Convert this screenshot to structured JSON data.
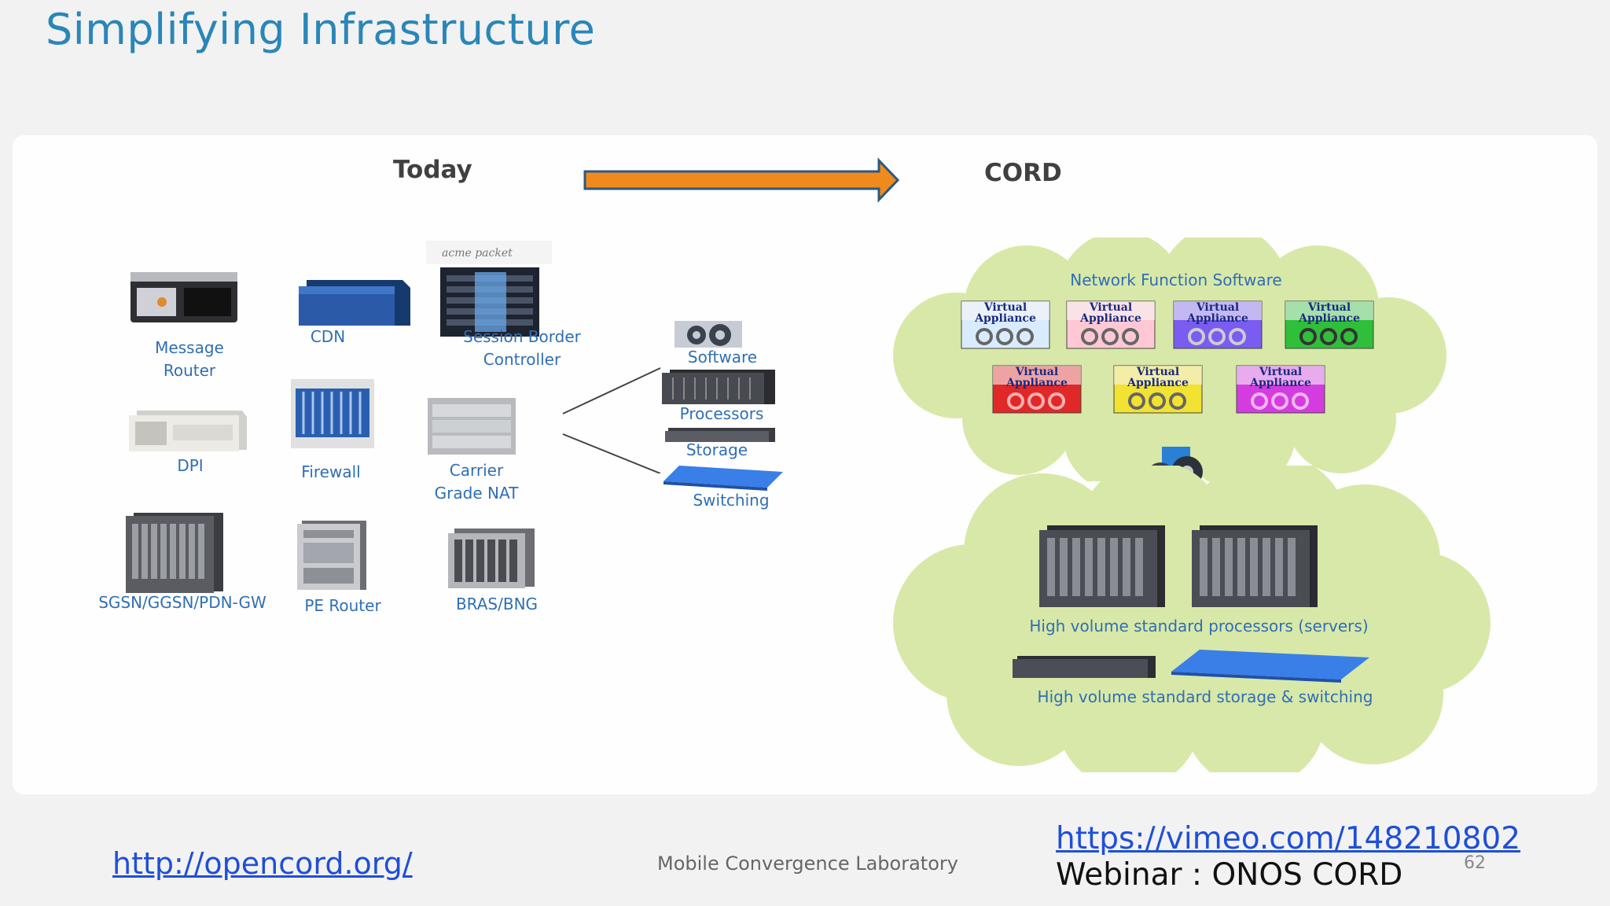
{
  "slide": {
    "title": "Simplifying Infrastructure"
  },
  "diagram": {
    "today_label": "Today",
    "cord_label": "CORD",
    "legacy_devices": [
      "Message\nRouter",
      "CDN",
      "Session  Border\nController",
      "DPI",
      "Firewall",
      "Carrier\nGrade NAT",
      "SGSN/GGSN/PDN-GW",
      "PE Router",
      "BRAS/BNG"
    ],
    "vendor_logo_text": "acme packet",
    "components": [
      "Software",
      "Processors",
      "Storage",
      "Switching"
    ],
    "cloud_top_label": "Network Function  Software",
    "virtual_appliance_label": "Virtual\nAppliance",
    "appliance_colors": [
      "#d9ecff",
      "#ffc8d4",
      "#7a5cf0",
      "#2fbf3a",
      "#e02828",
      "#f2e232",
      "#d43ce0"
    ],
    "servers_label": "High volume  standard  processors  (servers)",
    "storage_switching_label": "High volume  standard  storage & switching",
    "colors": {
      "arrow": "#f08a1c",
      "cloud": "#d8e8a8",
      "label": "#2f6fb4",
      "title": "#2a86b8"
    }
  },
  "footer": {
    "opencord_link": "http://opencord.org/",
    "lab": "Mobile Convergence Laboratory",
    "vimeo_link": "https://vimeo.com/148210802",
    "webinar": "Webinar : ONOS CORD",
    "page_number": "62"
  }
}
